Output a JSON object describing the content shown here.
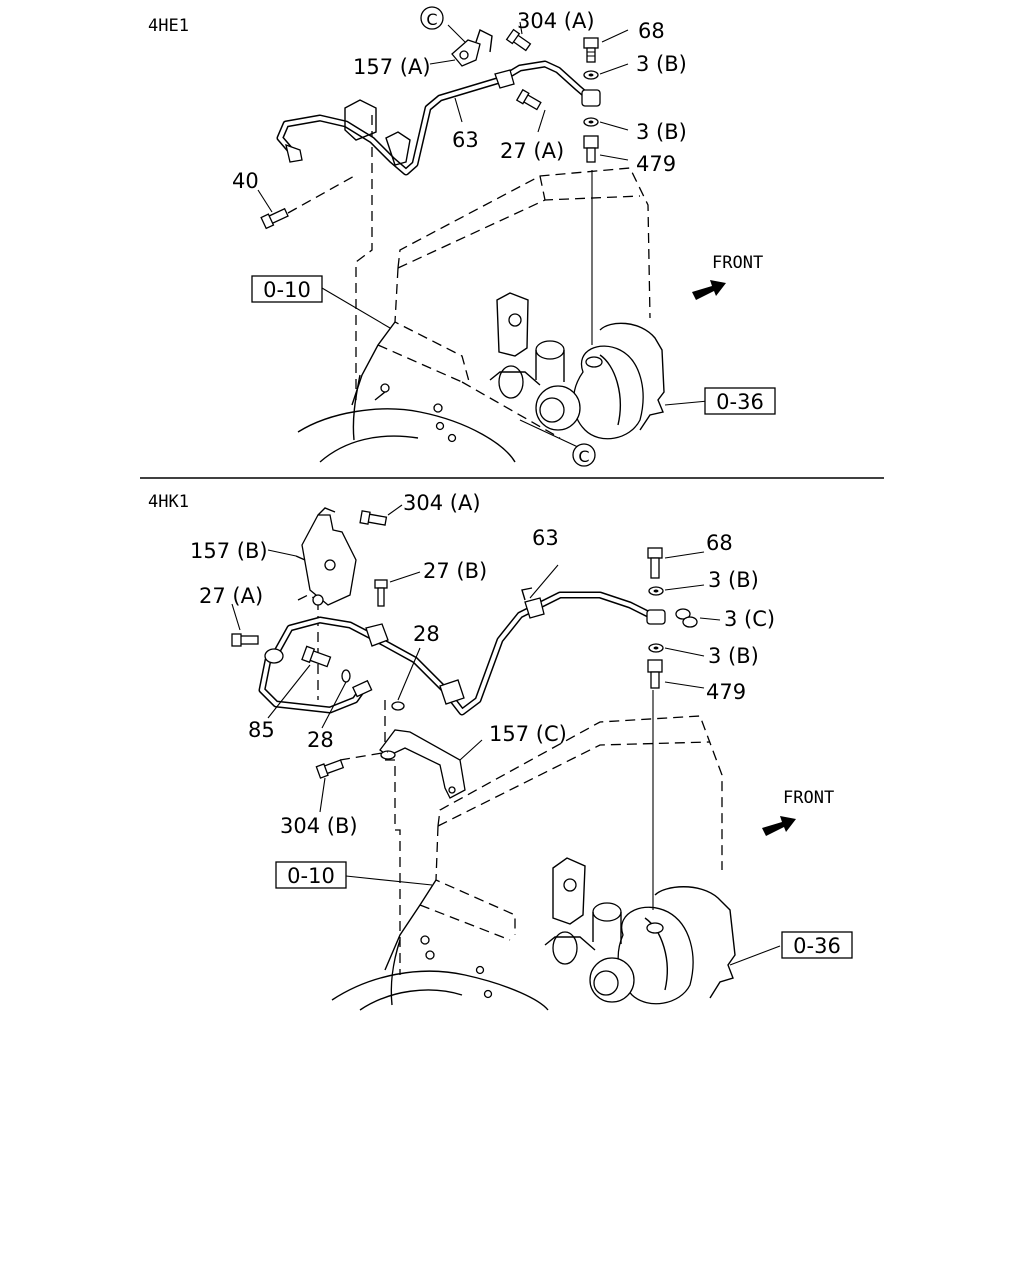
{
  "sections": {
    "top": {
      "model": "4HE1",
      "front": "FRONT",
      "callout": "C",
      "refs": {
        "r010": "0-10",
        "r036": "0-36"
      },
      "labels": {
        "p304a": "304 (A)",
        "p68": "68",
        "p3b_1": "3 (B)",
        "p157a": "157 (A)",
        "p63": "63",
        "p27a": "27 (A)",
        "p3b_2": "3 (B)",
        "p479": "479",
        "p40": "40"
      }
    },
    "bottom": {
      "model": "4HK1",
      "front": "FRONT",
      "refs": {
        "r010": "0-10",
        "r036": "0-36"
      },
      "labels": {
        "p304a": "304 (A)",
        "p157b": "157 (B)",
        "p27b": "27 (B)",
        "p63": "63",
        "p68": "68",
        "p3b_1": "3 (B)",
        "p27a": "27 (A)",
        "p28a": "28",
        "p3c": "3 (C)",
        "p3b_2": "3 (B)",
        "p479": "479",
        "p85": "85",
        "p28b": "28",
        "p157c": "157 (C)",
        "p304b": "304 (B)"
      }
    }
  }
}
